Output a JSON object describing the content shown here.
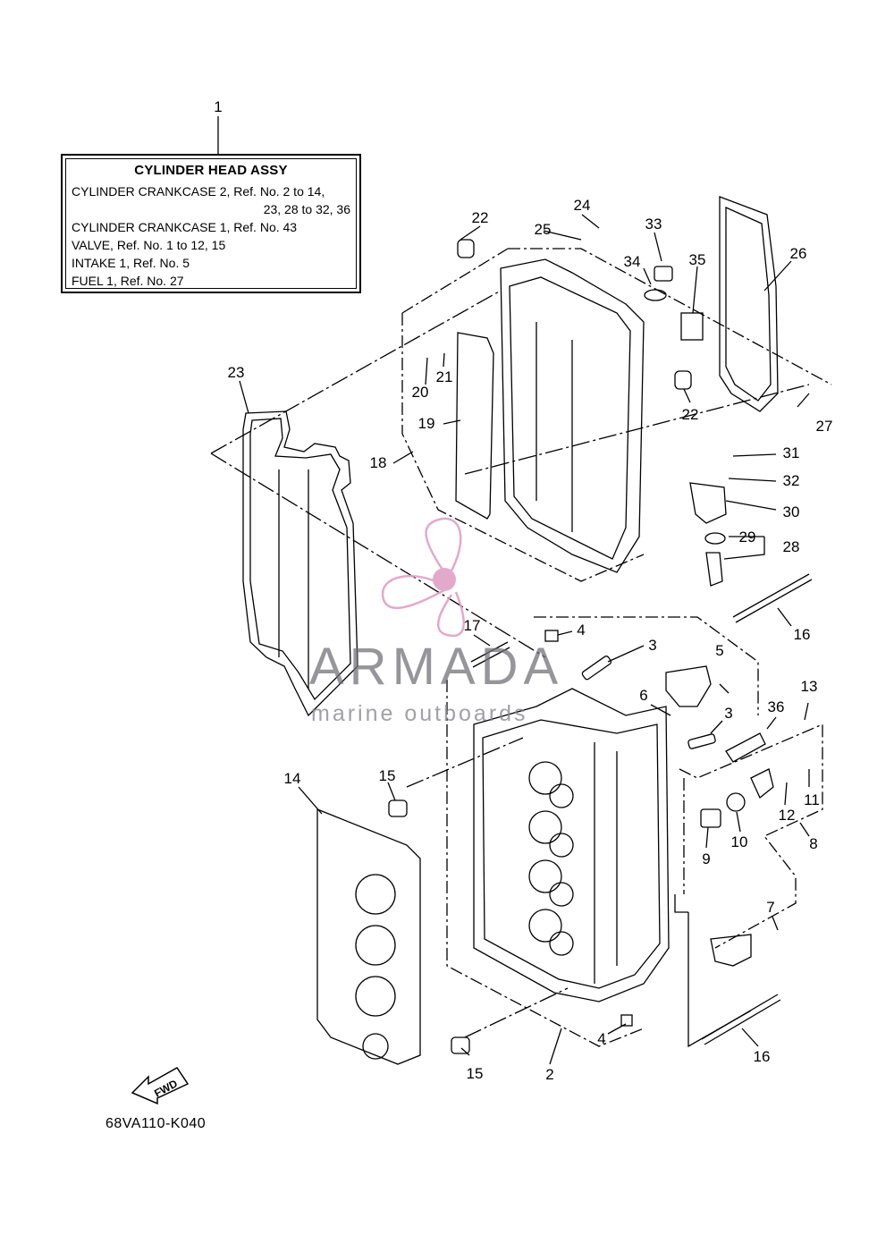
{
  "legend": {
    "callout": "1",
    "title": "CYLINDER HEAD ASSY",
    "lines": [
      "CYLINDER CRANKCASE 2,  Ref. No. 2 to 14,",
      "23, 28 to 32, 36",
      "CYLINDER CRANKCASE 1,  Ref. No. 43",
      "VALVE,  Ref. No. 1 to 12, 15",
      "INTAKE 1,  Ref. No. 5",
      "FUEL 1,  Ref. No. 27"
    ]
  },
  "callouts": {
    "c2": "2",
    "c3a": "3",
    "c3b": "3",
    "c4a": "4",
    "c4b": "4",
    "c5": "5",
    "c6": "6",
    "c7": "7",
    "c8": "8",
    "c9": "9",
    "c10": "10",
    "c11": "11",
    "c12": "12",
    "c13": "13",
    "c14": "14",
    "c15a": "15",
    "c15b": "15",
    "c16a": "16",
    "c16b": "16",
    "c17": "17",
    "c18": "18",
    "c19": "19",
    "c20": "20",
    "c21": "21",
    "c22a": "22",
    "c22b": "22",
    "c23": "23",
    "c24": "24",
    "c25": "25",
    "c26": "26",
    "c27": "27",
    "c28": "28",
    "c29": "29",
    "c30": "30",
    "c31": "31",
    "c32": "32",
    "c33": "33",
    "c34": "34",
    "c35": "35",
    "c36": "36"
  },
  "watermark": {
    "brand": "ARMADA",
    "tagline": "marine outboards",
    "logo_color": "#e0a0c6"
  },
  "fwd_label": "FWD",
  "diagram_code": "68VA110-K040"
}
